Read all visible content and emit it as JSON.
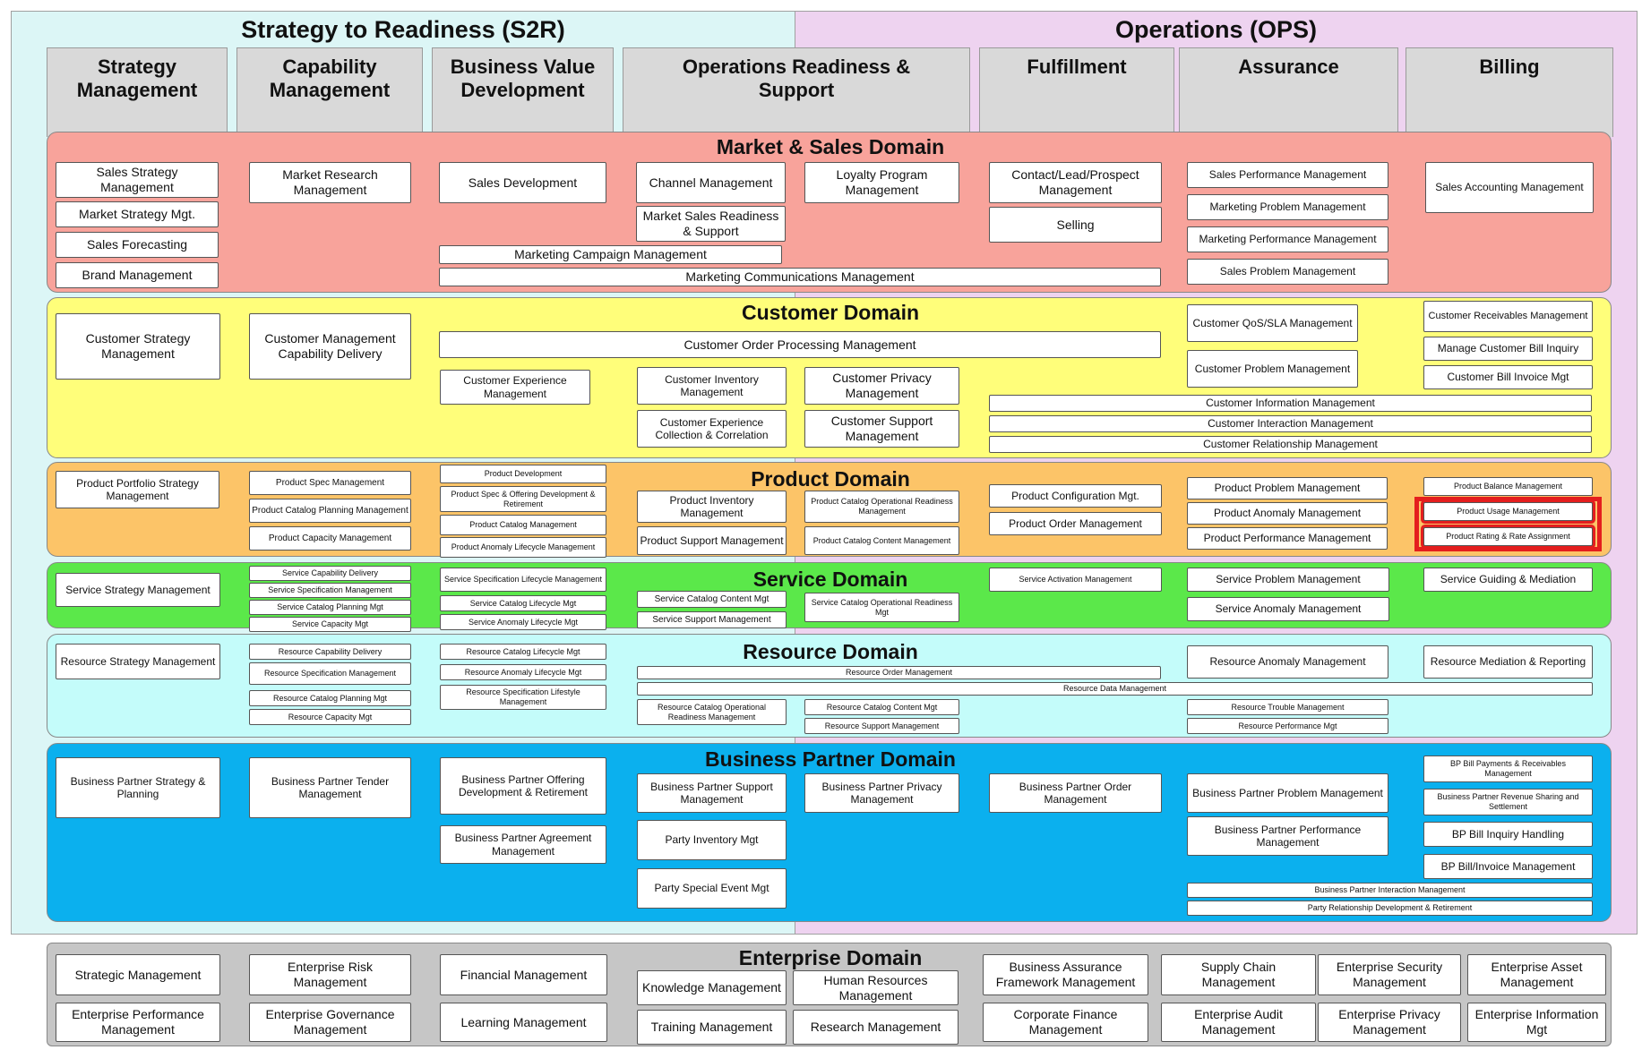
{
  "regions": {
    "s2r": "Strategy to Readiness (S2R)",
    "ops": "Operations (OPS)"
  },
  "columns": [
    "Strategy Management",
    "Capability Management",
    "Business Value Development",
    "Operations Readiness & Support",
    "Fulfillment",
    "Assurance",
    "Billing"
  ],
  "domains": {
    "market": "Market & Sales Domain",
    "customer": "Customer Domain",
    "product": "Product Domain",
    "service": "Service Domain",
    "resource": "Resource Domain",
    "partner": "Business Partner Domain",
    "enterprise": "Enterprise Domain"
  },
  "colors": {
    "s2r_region": "#dcf6f6",
    "ops_region": "#eed3f0",
    "market": "#f8a39b",
    "customer": "#fffe7a",
    "product": "#fcc468",
    "service": "#5be84a",
    "resource": "#c4fcfa",
    "partner": "#0bb0ee",
    "enterprise": "#c6c6c6",
    "highlight": "#e41e1e"
  },
  "boxes": {
    "market": [
      "Sales Strategy Management",
      "Market Strategy Mgt.",
      "Sales Forecasting",
      "Brand Management",
      "Market Research Management",
      "Sales Development",
      "Channel Management",
      "Market Sales Readiness & Support",
      "Loyalty Program Management",
      "Marketing Campaign Management",
      "Marketing Communications Management",
      "Contact/Lead/Prospect Management",
      "Selling",
      "Sales Performance Management",
      "Marketing Problem Management",
      "Marketing Performance Management",
      "Sales Problem Management",
      "Sales Accounting Management"
    ],
    "customer": [
      "Customer Strategy Management",
      "Customer Management Capability Delivery",
      "Customer Order Processing Management",
      "Customer Experience Management",
      "Customer Inventory Management",
      "Customer Privacy Management",
      "Customer Experience Collection & Correlation",
      "Customer Support Management",
      "Customer QoS/SLA Management",
      "Customer Problem Management",
      "Customer Receivables Management",
      "Manage Customer Bill Inquiry",
      "Customer Bill Invoice Mgt",
      "Customer Information Management",
      "Customer Interaction Management",
      "Customer Relationship Management"
    ],
    "product": [
      "Product Portfolio Strategy Management",
      "Product Spec Management",
      "Product Catalog Planning Management",
      "Product Capacity Management",
      "Product Development",
      "Product Spec & Offering Development & Retirement",
      "Product Catalog Management",
      "Product Anomaly Lifecycle Management",
      "Product Inventory Management",
      "Product Support Management",
      "Product Catalog Operational Readiness Management",
      "Product Catalog Content Management",
      "Product Configuration Mgt.",
      "Product Order Management",
      "Product Problem Management",
      "Product Anomaly Management",
      "Product Performance Management",
      "Product Balance Management",
      "Product Usage Management",
      "Product Rating & Rate Assignment"
    ],
    "service": [
      "Service Strategy Management",
      "Service Capability Delivery",
      "Service Specification Management",
      "Service Catalog Planning Mgt",
      "Service Capacity Mgt",
      "Service Specification Lifecycle Management",
      "Service Catalog Lifecycle Mgt",
      "Service Anomaly Lifecycle Mgt",
      "Service Catalog Content Mgt",
      "Service Support Management",
      "Service Catalog Operational Readiness Mgt",
      "Service Activation Management",
      "Service Problem Management",
      "Service Anomaly Management",
      "Service Guiding & Mediation"
    ],
    "resource": [
      "Resource Strategy Management",
      "Resource Capability Delivery",
      "Resource Specification Management",
      "Resource Catalog Planning Mgt",
      "Resource Capacity Mgt",
      "Resource Catalog Lifecycle Mgt",
      "Resource Anomaly Lifecycle Mgt",
      "Resource Specification Lifestyle Management",
      "Resource Order Management",
      "Resource Data Management",
      "Resource Catalog Operational Readiness Management",
      "Resource Catalog Content Mgt",
      "Resource Support Management",
      "Resource Anomaly Management",
      "Resource Trouble Management",
      "Resource Performance Mgt",
      "Resource Mediation & Reporting"
    ],
    "partner": [
      "Business Partner Strategy & Planning",
      "Business Partner Tender Management",
      "Business Partner Offering Development & Retirement",
      "Business Partner Agreement Management",
      "Business Partner Support Management",
      "Party Inventory Mgt",
      "Party Special Event Mgt",
      "Business Partner Privacy Management",
      "Business Partner Order Management",
      "Business Partner Problem Management",
      "Business Partner Performance Management",
      "BP Bill Payments & Receivables Management",
      "Business Partner Revenue Sharing and Settlement",
      "BP Bill Inquiry Handling",
      "BP Bill/Invoice Management",
      "Business Partner Interaction Management",
      "Party Relationship Development & Retirement"
    ],
    "enterprise": [
      "Strategic Management",
      "Enterprise Performance Management",
      "Enterprise Risk Management",
      "Enterprise Governance Management",
      "Financial Management",
      "Learning Management",
      "Knowledge Management",
      "Training Management",
      "Human Resources Management",
      "Research Management",
      "Business Assurance Framework Management",
      "Corporate Finance Management",
      "Supply Chain Management",
      "Enterprise Audit Management",
      "Enterprise Security Management",
      "Enterprise Privacy Management",
      "Enterprise Asset Management",
      "Enterprise Information Mgt"
    ]
  }
}
